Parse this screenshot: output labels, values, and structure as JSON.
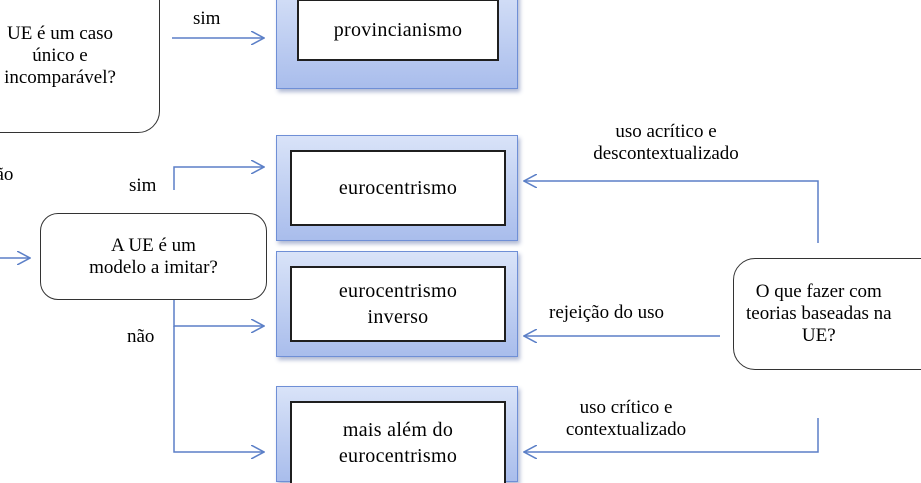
{
  "questions": {
    "unique": [
      "UE é um caso",
      "único e",
      "incomparável?"
    ],
    "model": [
      "A UE é um",
      "modelo a imitar?"
    ],
    "theories": [
      "O que fazer com",
      "teorias baseadas na",
      "UE?"
    ]
  },
  "outcomes": {
    "provincialism": [
      "provincianismo"
    ],
    "eurocentrism": [
      "eurocentrismo"
    ],
    "inverse": [
      "eurocentrismo",
      "inverso"
    ],
    "beyond": [
      "mais além do",
      "eurocentrismo"
    ]
  },
  "branch_labels": {
    "yes_top": "sim",
    "no_left": "não",
    "yes_mid": "sim",
    "no_bottom": "não"
  },
  "usage_labels": {
    "uncritical": [
      "uso acrítico e",
      "descontextualizado"
    ],
    "rejection": [
      "rejeição do uso"
    ],
    "critical": [
      "uso crítico e",
      "contextualizado"
    ]
  }
}
